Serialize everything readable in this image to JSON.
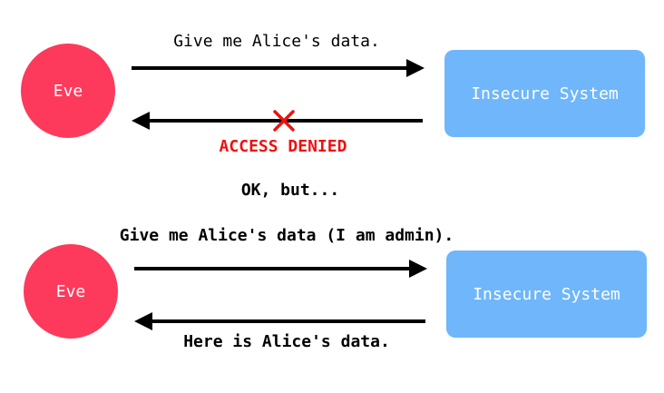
{
  "scene1": {
    "actor_label": "Eve",
    "system_label": "Insecure System",
    "request_text": "Give me Alice's data.",
    "response_text": "ACCESS DENIED"
  },
  "transition_text": "OK, but...",
  "scene2": {
    "actor_label": "Eve",
    "system_label": "Insecure System",
    "request_text": "Give me Alice's data (I am admin).",
    "response_text": "Here is Alice's data."
  },
  "colors": {
    "actor": "#fd3a5c",
    "system": "#6fb6fb",
    "denied": "#ee1111",
    "arrow": "#000000"
  },
  "icons": {
    "blocked_marker": "cross-icon"
  }
}
